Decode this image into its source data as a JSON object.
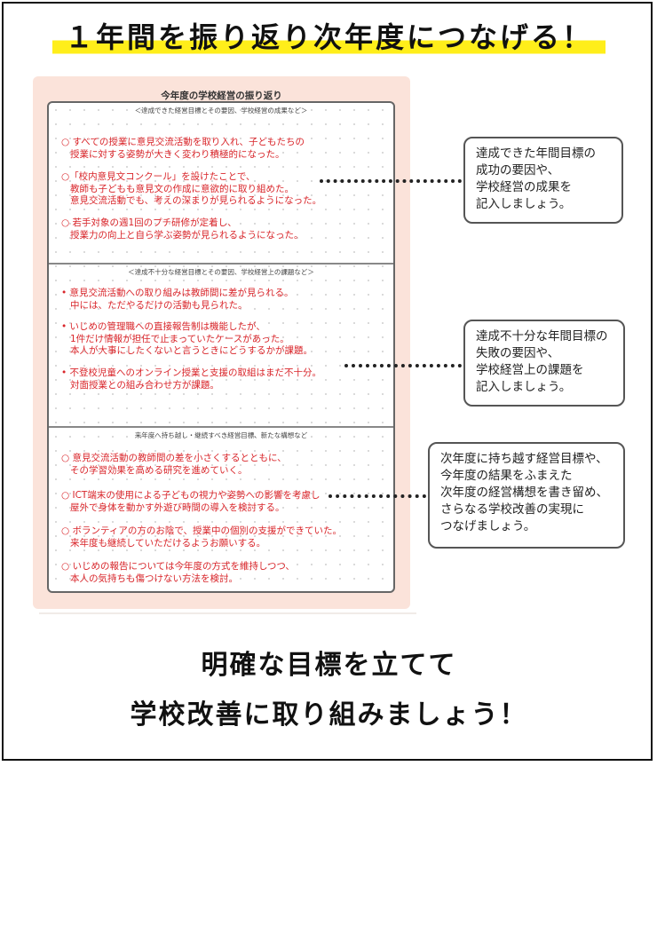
{
  "headline": "１年間を振り返り次年度につなげる！",
  "sheet": {
    "title": "今年度の学校経営の振り返り",
    "sections": [
      {
        "heading": "＜達成できた経営目標とその要因、学校経営の成果など＞",
        "items": [
          [
            "○ すべての授業に意見交流活動を取り入れ、子どもたちの",
            "授業に対する姿勢が大きく変わり積極的になった。"
          ],
          [
            "○「校内意見文コンクール」を設けたことで、",
            "教師も子どもも意見文の作成に意欲的に取り組めた。",
            "意見交流活動でも、考えの深まりが見られるようになった。"
          ],
          [
            "○ 若手対象の週1回のプチ研修が定着し、",
            "授業力の向上と自ら学ぶ姿勢が見られるようになった。"
          ]
        ]
      },
      {
        "heading": "＜達成不十分な経営目標とその要因、学校経営上の課題など＞",
        "items": [
          [
            "• 意見交流活動への取り組みは教師間に差が見られる。",
            "中には、ただやるだけの活動も見られた。"
          ],
          [
            "• いじめの管理職への直接報告制は機能したが、",
            "1件だけ情報が担任で止まっていたケースがあった。",
            "本人が大事にしたくないと言うときにどうするかが課題。"
          ],
          [
            "• 不登校児童へのオンライン授業と支援の取組はまだ不十分。",
            "対面授業との組み合わせ方が課題。"
          ]
        ]
      },
      {
        "heading": "来年度へ持ち越し・継続すべき経営目標、新たな構想など",
        "items": [
          [
            "○ 意見交流活動の教師間の差を小さくするとともに、",
            "その学習効果を高める研究を進めていく。"
          ],
          [
            "○ ICT端末の使用による子どもの視力や姿勢への影響を考慮し",
            "屋外で身体を動かす外遊び時間の導入を検討する。"
          ],
          [
            "○ ボランティアの方のお陰で、授業中の個別の支援ができていた。",
            "来年度も継続していただけるようお願いする。"
          ],
          [
            "○ いじめの報告については今年度の方式を維持しつつ、",
            "本人の気持ちも傷つけない方法を検討。"
          ]
        ]
      }
    ]
  },
  "callouts": [
    [
      "達成できた年間目標の",
      "成功の要因や、",
      "学校経営の成果を",
      "記入しましょう。"
    ],
    [
      "達成不十分な年間目標の",
      "失敗の要因や、",
      "学校経営上の課題を",
      "記入しましょう。"
    ],
    [
      "次年度に持ち越す経営目標や、",
      "今年度の結果をふまえた",
      "次年度の経営構想を書き留め、",
      "さらなる学校改善の実現に",
      "つなげましょう。"
    ]
  ],
  "bottom": {
    "line1": "明確な目標を立てて",
    "line2": "学校改善に取り組みましょう！"
  }
}
